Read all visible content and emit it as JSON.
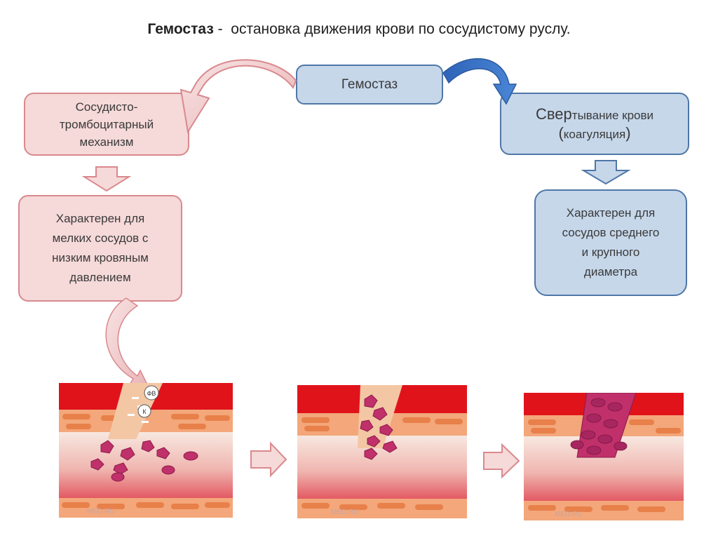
{
  "header": {
    "term": "Гемостаз",
    "rest": " -  остановка движения крови по сосудистому руслу."
  },
  "nodes": {
    "root": "Гемостаз",
    "left": {
      "lines": [
        "Сосудисто-",
        "тромбоцитарный",
        "механизм"
      ]
    },
    "left_desc": {
      "lines": [
        "Характерен для",
        "мелких сосудов с",
        "низким кровяным",
        "давлением"
      ]
    },
    "right": {
      "line1_big": "Свер",
      "line1_rest": "тывание крови",
      "line2_open": "(",
      "line2_text": "коагуляция",
      "line2_close": ")"
    },
    "right_desc": {
      "lines": [
        "Характерен для",
        "сосудов среднего",
        "и крупного",
        "диаметра"
      ]
    }
  },
  "illustration": {
    "labels": {
      "fv": "ФВ",
      "k": "К"
    },
    "watermark": "MED.RU"
  },
  "colors": {
    "pink_fill": "#f6d9d9",
    "pink_border": "#d9898d",
    "blue_fill": "#c6d7ea",
    "blue_border": "#4f77a8",
    "vessel_red": "#e0131b",
    "platelet": "#c0306a"
  }
}
